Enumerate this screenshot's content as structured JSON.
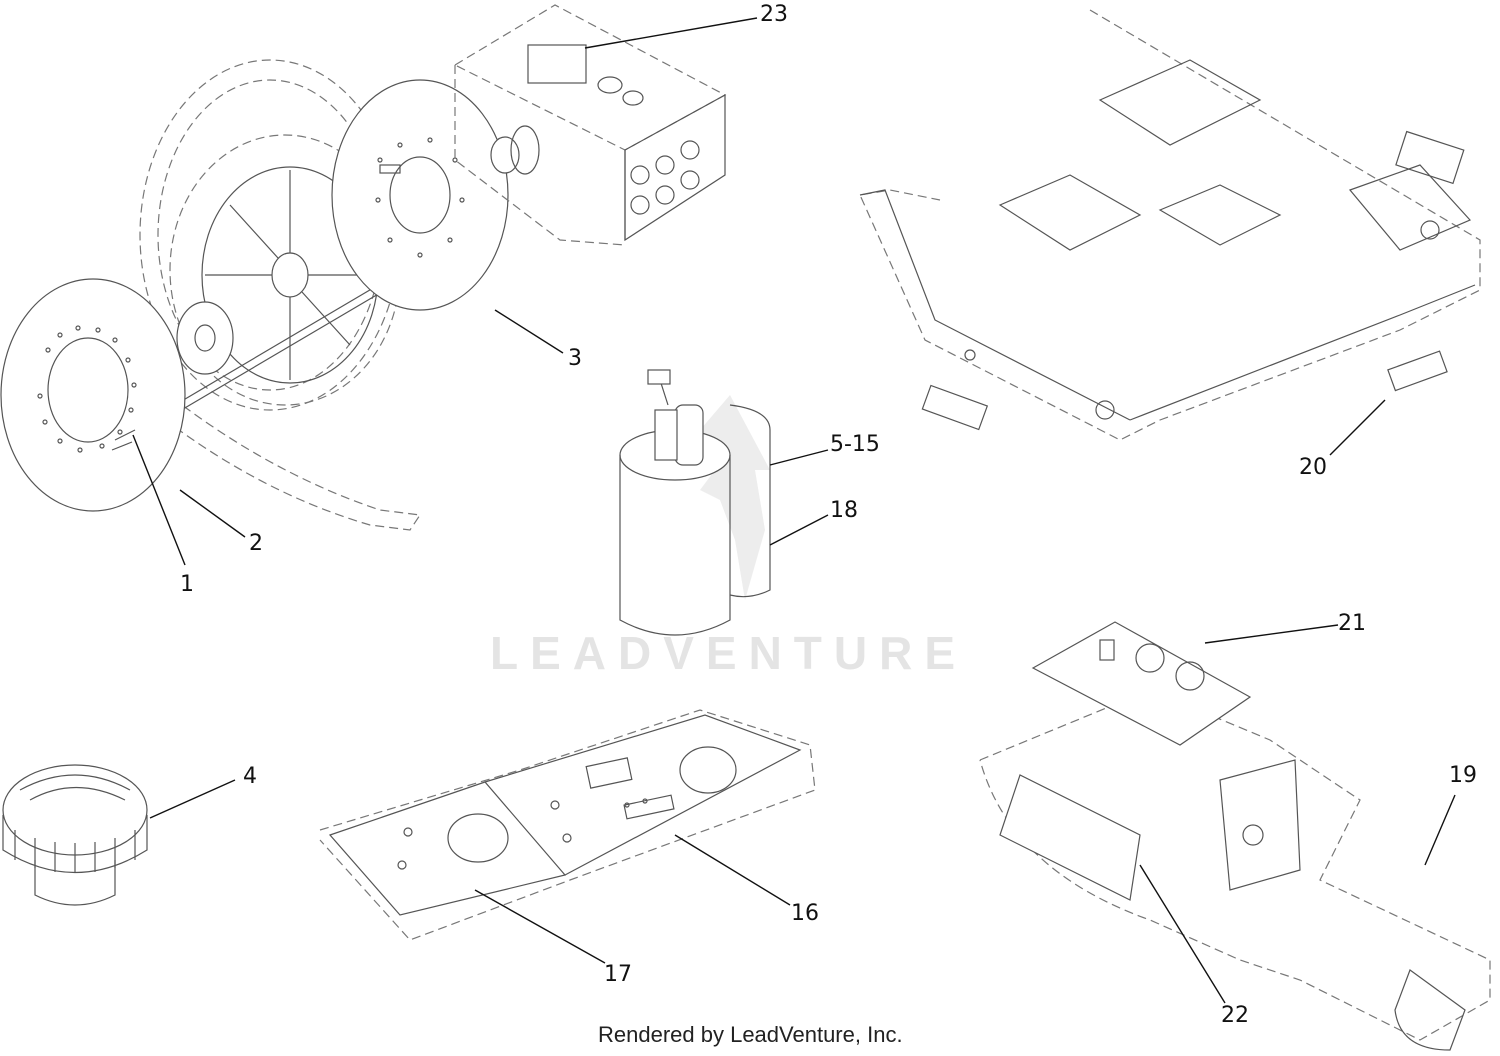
{
  "watermark": "LEADVENTURE",
  "footer": "Rendered by LeadVenture, Inc.",
  "callouts": [
    {
      "id": "c1",
      "text": "1"
    },
    {
      "id": "c2",
      "text": "2"
    },
    {
      "id": "c3",
      "text": "3"
    },
    {
      "id": "c4",
      "text": "4"
    },
    {
      "id": "c5",
      "text": "5-15"
    },
    {
      "id": "c16",
      "text": "16"
    },
    {
      "id": "c17",
      "text": "17"
    },
    {
      "id": "c18",
      "text": "18"
    },
    {
      "id": "c19",
      "text": "19"
    },
    {
      "id": "c20",
      "text": "20"
    },
    {
      "id": "c21",
      "text": "21"
    },
    {
      "id": "c22",
      "text": "22"
    },
    {
      "id": "c23",
      "text": "23"
    }
  ]
}
